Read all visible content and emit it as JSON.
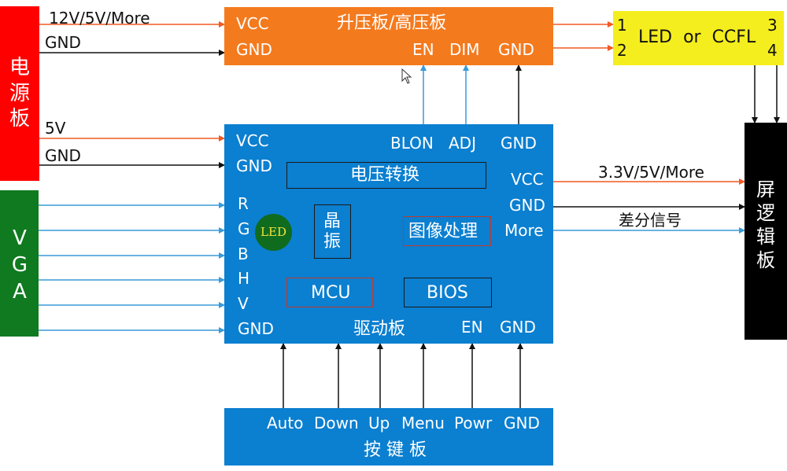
{
  "colors": {
    "power_board": "#ff0000",
    "vga_board": "#0f7a1f",
    "inverter_board": "#f47a1e",
    "driver_board": "#0b7fd0",
    "key_board": "#0b7fd0",
    "led_ccfl": "#f5ee1e",
    "logic_board": "#000000",
    "wire_red": "#f05a24",
    "wire_black": "#111111",
    "wire_blue": "#3a9ad9"
  },
  "power_board": {
    "label": "电源板",
    "out_12v": "12V/5V/More",
    "out_gnd1": "GND",
    "out_5v": "5V",
    "out_gnd2": "GND"
  },
  "vga_board": {
    "label": "VGA"
  },
  "inverter_board": {
    "title": "升压板/高压板",
    "vcc": "VCC",
    "gnd": "GND",
    "en": "EN",
    "dim": "DIM",
    "gnd_right": "GND"
  },
  "led_ccfl": {
    "label": "LED  or  CCFL",
    "pin1": "1",
    "pin2": "2",
    "pin3": "3",
    "pin4": "4"
  },
  "driver_board": {
    "title": "驱动板",
    "vcc": "VCC",
    "gnd": "GND",
    "blon": "BLON",
    "adj": "ADJ",
    "gnd_top": "GND",
    "r": "R",
    "g": "G",
    "b": "B",
    "h": "H",
    "v": "V",
    "gnd_bottom_left": "GND",
    "en": "EN",
    "gnd_bottom_right": "GND",
    "out_vcc": "VCC",
    "out_gnd": "GND",
    "out_more": "More",
    "voltage_convert": "电压转换",
    "crystal": "晶振",
    "image_process": "图像处理",
    "mcu": "MCU",
    "bios": "BIOS",
    "led": "LED"
  },
  "logic_board": {
    "label": "屏逻辑板",
    "in_voltage": "3.3V/5V/More",
    "in_diff": "差分信号"
  },
  "key_board": {
    "title": "按 键 板",
    "auto": "Auto",
    "down": "Down",
    "up": "Up",
    "menu": "Menu",
    "powr": "Powr",
    "gnd": "GND"
  }
}
